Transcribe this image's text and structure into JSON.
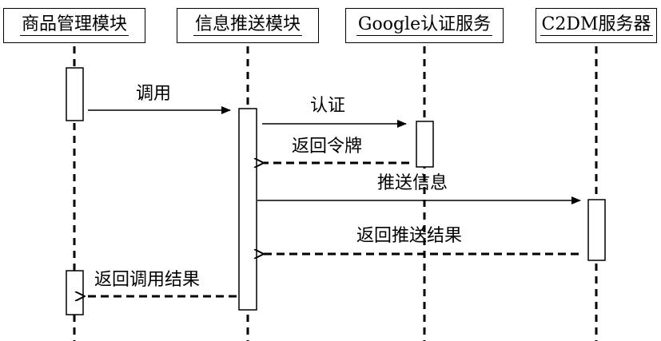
{
  "participants": [
    {
      "id": "goods",
      "label": "商品管理模块"
    },
    {
      "id": "push",
      "label": "信息推送模块"
    },
    {
      "id": "google",
      "label": "Google认证服务"
    },
    {
      "id": "c2dm",
      "label": "C2DM服务器"
    }
  ],
  "messages": [
    {
      "id": "call",
      "from": "goods",
      "to": "push",
      "label": "调用",
      "style": "solid"
    },
    {
      "id": "auth",
      "from": "push",
      "to": "google",
      "label": "认证",
      "style": "solid"
    },
    {
      "id": "return-token",
      "from": "google",
      "to": "push",
      "label": "返回令牌",
      "style": "dashed"
    },
    {
      "id": "push-info",
      "from": "push",
      "to": "c2dm",
      "label": "推送信息",
      "style": "solid"
    },
    {
      "id": "return-push-result",
      "from": "c2dm",
      "to": "push",
      "label": "返回推送结果",
      "style": "dashed"
    },
    {
      "id": "return-call-result",
      "from": "push",
      "to": "goods",
      "label": "返回调用结果",
      "style": "dashed"
    }
  ]
}
